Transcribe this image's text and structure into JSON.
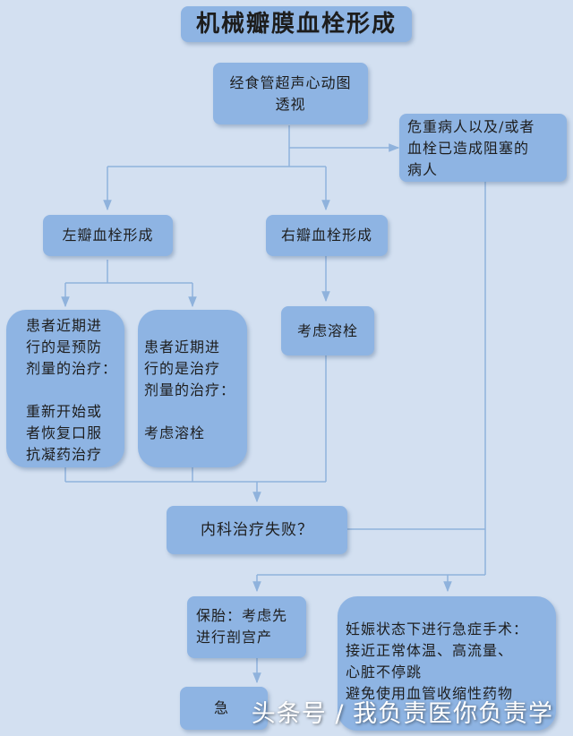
{
  "title": "机械瓣膜血栓形成",
  "nodes": {
    "tee": "经食管超声心动图\n透视",
    "critical": "危重病人以及/或者\n血栓已造成阻塞的\n病人",
    "left": "左瓣血栓形成",
    "right": "右瓣血栓形成",
    "right_action": "考虑溶栓",
    "prophylactic": "患者近期进\n行的是预防\n剂量的治疗：\n\n重新开始或\n者恢复口服\n抗凝药治疗",
    "therapeutic": "患者近期进\n行的是治疗\n剂量的治疗：\n\n考虑溶栓",
    "medical_failure": "内科治疗失败？",
    "pregnancy_fetus": "保胎：考虑先\n进行剖宫产",
    "emergency_surgery": "妊娠状态下进行急症手术：\n接近正常体温、高流量、\n心脏不停跳\n避免使用血管收缩性药物",
    "partial_bottom": "急"
  },
  "watermark": "头条号 / 我负责医你负责学",
  "colors": {
    "background": "#d3e0f1",
    "box": "#8eb4e3",
    "line": "#8fb2dc"
  }
}
